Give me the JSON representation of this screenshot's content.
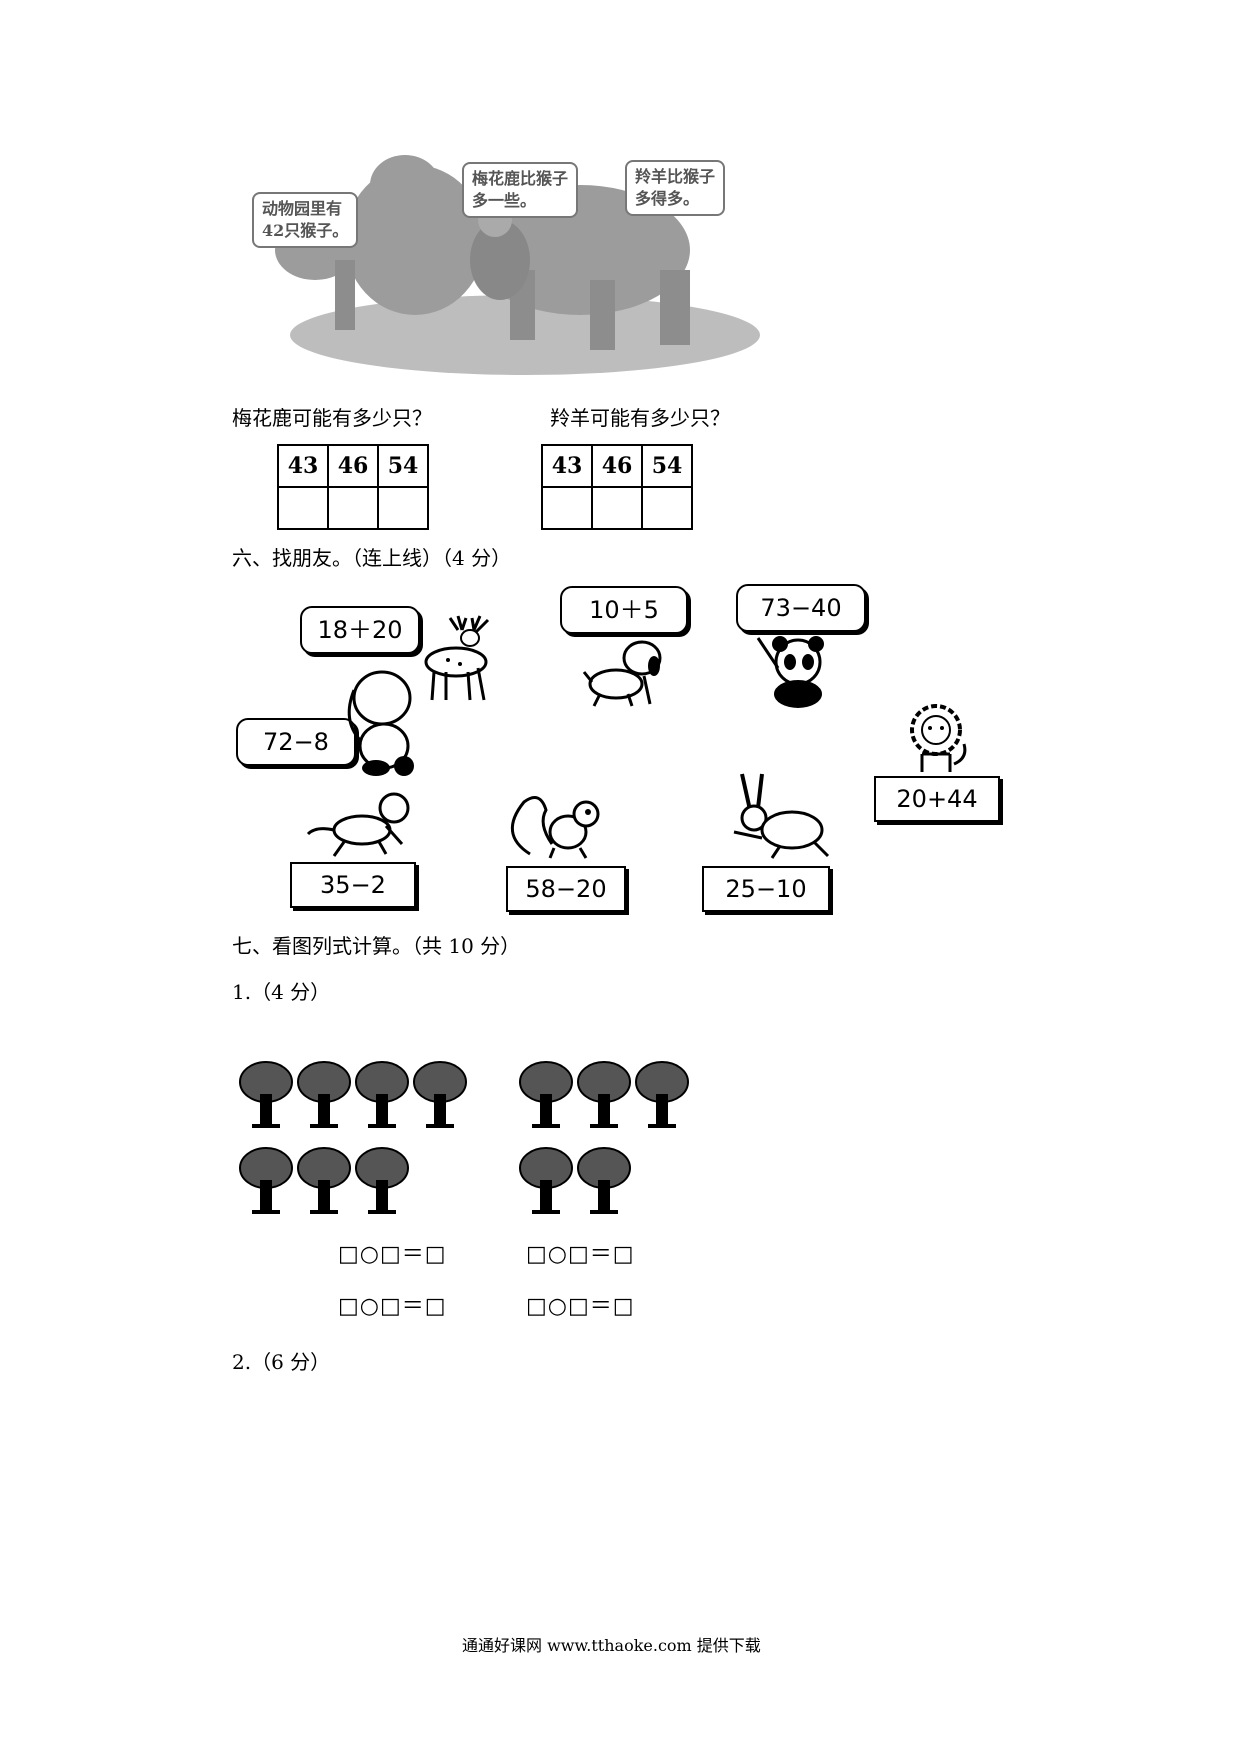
{
  "zoo_scene": {
    "bubble_monkeys": "动物园里有\n42只猴子。",
    "bubble_deer": "梅花鹿比猴子\n多一些。",
    "bubble_antelope": "羚羊比猴子\n多得多。"
  },
  "question_deer": {
    "prompt": "梅花鹿可能有多少只？",
    "options": [
      "43",
      "46",
      "54"
    ]
  },
  "question_antelope": {
    "prompt": "羚羊可能有多少只？",
    "options": [
      "43",
      "46",
      "54"
    ]
  },
  "section6": {
    "title": "六、找朋友。（连上线）（4 分）",
    "cards": {
      "deer": "18＋20",
      "dog": "10＋5",
      "panda": "73−40",
      "elephant_dog": "72−8",
      "lion": "20+44",
      "monkey": "35−2",
      "squirrel": "58−20",
      "rabbit": "25−10"
    }
  },
  "section7": {
    "title": "七、看图列式计算。（共 10 分）",
    "part1_label": "1.（4 分）",
    "equation": "□○□＝□",
    "part2_label": "2.（6 分）"
  },
  "footer": "通通好课网 www.tthaoke.com 提供下载"
}
